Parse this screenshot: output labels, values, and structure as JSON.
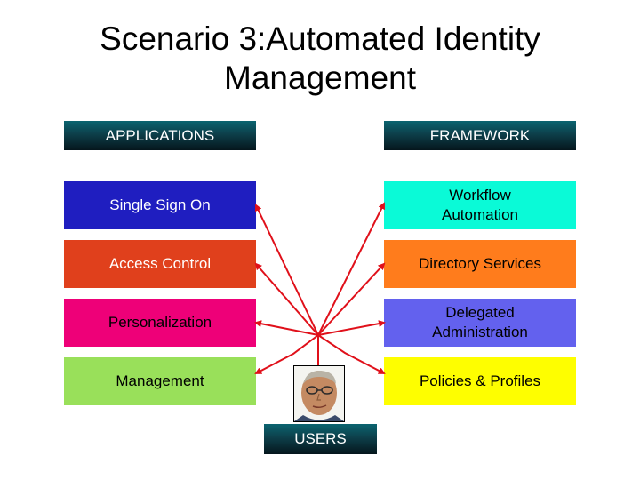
{
  "title": "Scenario 3:Automated Identity\nManagement",
  "headers": {
    "applications": "APPLICATIONS",
    "framework": "FRAMEWORK"
  },
  "applications": [
    {
      "label": "Single Sign On",
      "color": "#1f1ec0"
    },
    {
      "label": "Access Control",
      "color": "#e0401c"
    },
    {
      "label": "Personalization",
      "color": "#ee0078"
    },
    {
      "label": "Management",
      "color": "#99e05a"
    }
  ],
  "framework": [
    {
      "label": "Workflow\nAutomation",
      "color": "#0afad7"
    },
    {
      "label": "Directory Services",
      "color": "#ff7c1c"
    },
    {
      "label": "Delegated\nAdministration",
      "color": "#6361ee"
    },
    {
      "label": "Policies & Profiles",
      "color": "#fefe00"
    }
  ],
  "users_label": "USERS",
  "line_color": "#e0101a",
  "icons": {
    "user": "user-face-photo"
  }
}
